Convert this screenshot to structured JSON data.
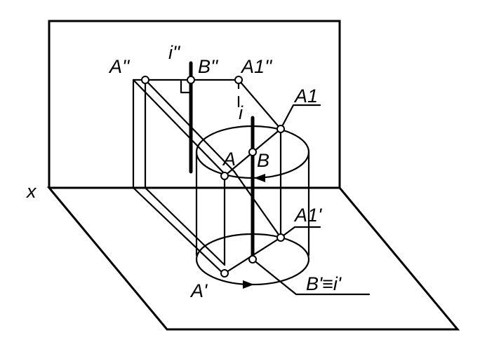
{
  "labels": {
    "x_axis": "x",
    "A_double_prime": "A''",
    "i_double_prime": "i''",
    "B_double_prime": "B''",
    "A1_double_prime": "A1''",
    "A1": "A1",
    "i": "i",
    "A": "A",
    "B": "B",
    "A1_prime": "A1'",
    "A_prime": "A'",
    "B_prime_i_prime": "B'≡i'"
  }
}
